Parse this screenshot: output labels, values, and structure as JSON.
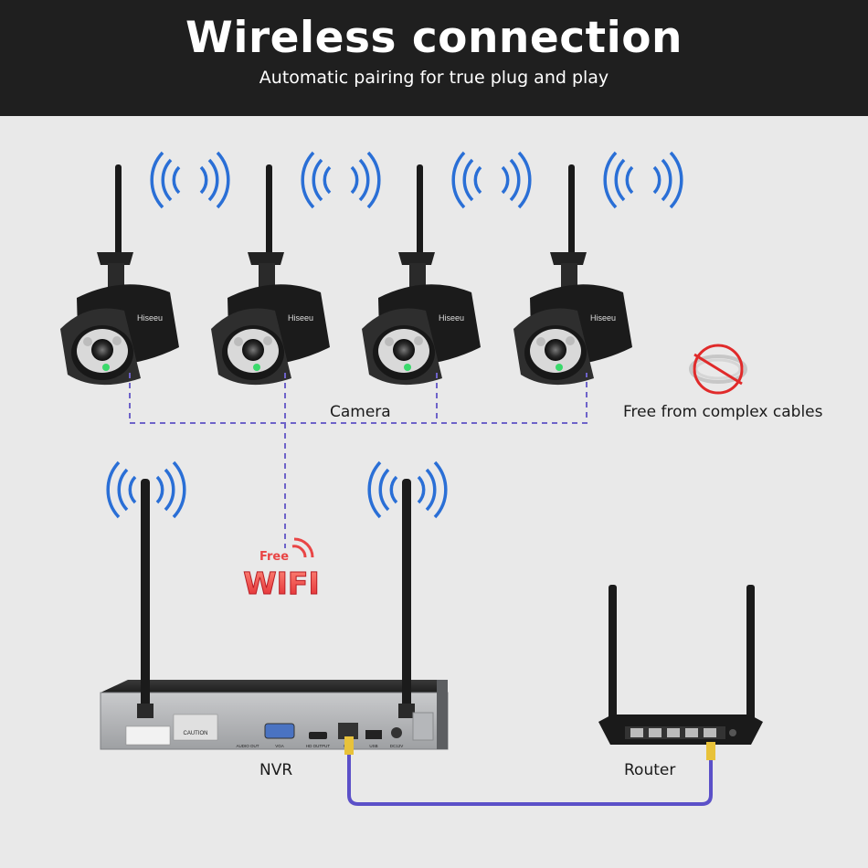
{
  "header": {
    "title": "Wireless connection",
    "subtitle": "Automatic pairing for true plug and play"
  },
  "labels": {
    "camera": "Camera",
    "cables": "Free from complex cables",
    "nvr": "NVR",
    "router": "Router"
  },
  "wifi_badge": {
    "free": "Free",
    "wifi": "WIFI"
  },
  "camera_brand": "Hiseeu",
  "nvr_panel": {
    "caution": "CAUTION",
    "audio": "AUDIO OUT",
    "vga": "VGA",
    "hd": "HD OUTPUT",
    "wan": "WAN",
    "usb": "USB",
    "dc": "DC12V"
  },
  "colors": {
    "header_bg": "#1f1f1f",
    "page_bg": "#e9e9e9",
    "signal_blue": "#2a6fd6",
    "dash_purple": "#6e63c9",
    "cable_purple": "#5b50c8"
  }
}
